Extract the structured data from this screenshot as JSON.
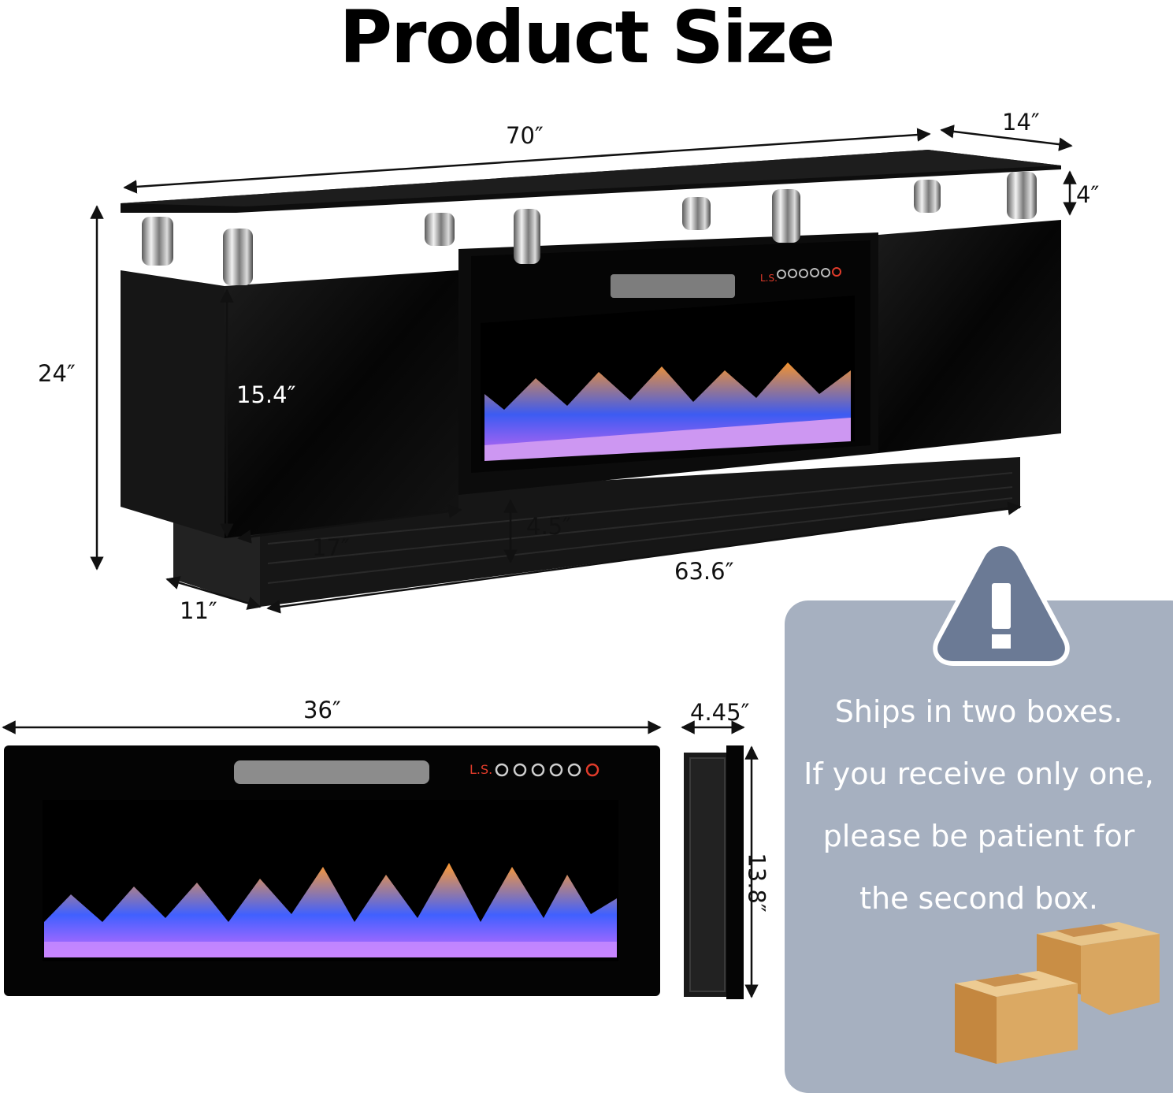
{
  "title": "Product Size",
  "dimensions": {
    "width": "70″",
    "depth_top": "14″",
    "top_height": "4″",
    "height": "24″",
    "door_height": "15.4″",
    "door_width": "17″",
    "base_height": "4.5″",
    "base_width": "63.6″",
    "base_depth": "11″",
    "insert_width": "36″",
    "insert_depth": "4.45″",
    "insert_height": "13.8″"
  },
  "insert_panel_label": "L.S.",
  "notice": {
    "lines": [
      "Ships in two boxes.",
      "If you receive only one,",
      "please be patient for",
      "the second box."
    ]
  },
  "colors": {
    "notice_bg": "#a6b0c0",
    "warning_triangle": "#6b7a95",
    "cabinet": "#0b0b0b",
    "box": "#d8a868"
  }
}
